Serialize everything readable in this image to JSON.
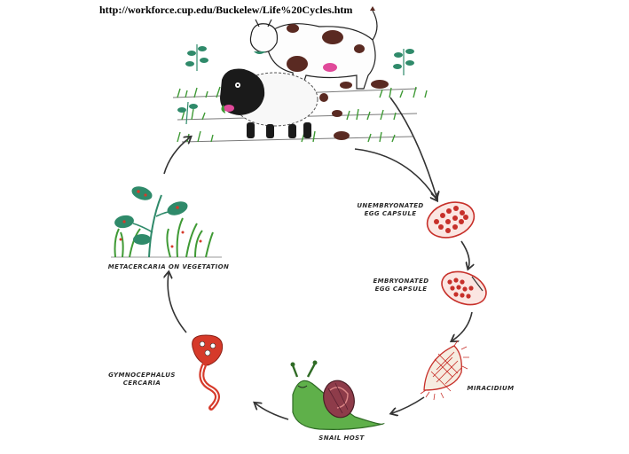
{
  "source_url": "http://workforce.cup.edu/Buckelew/Life%20Cycles.htm",
  "stages": {
    "unembryonated_line1": "Unembryonated",
    "unembryonated_line2": "Egg Capsule",
    "embryonated_line1": "Embryonated",
    "embryonated_line2": "Egg Capsule",
    "miracidium": "Miracidium",
    "snail_host": "Snail Host",
    "cercaria_line1": "Gymnocephalus",
    "cercaria_line2": "Cercaria",
    "metacercaria": "Metacercaria on Vegetation"
  },
  "colors": {
    "arrow": "#333333",
    "grass": "#3f9a35",
    "cow_patch": "#5a2a22",
    "egg_red": "#c7302a",
    "snail_body": "#5fb04a",
    "snail_shell": "#8e3c4a",
    "cercaria": "#d63a2a",
    "plant_leaf": "#2f8a6a"
  }
}
